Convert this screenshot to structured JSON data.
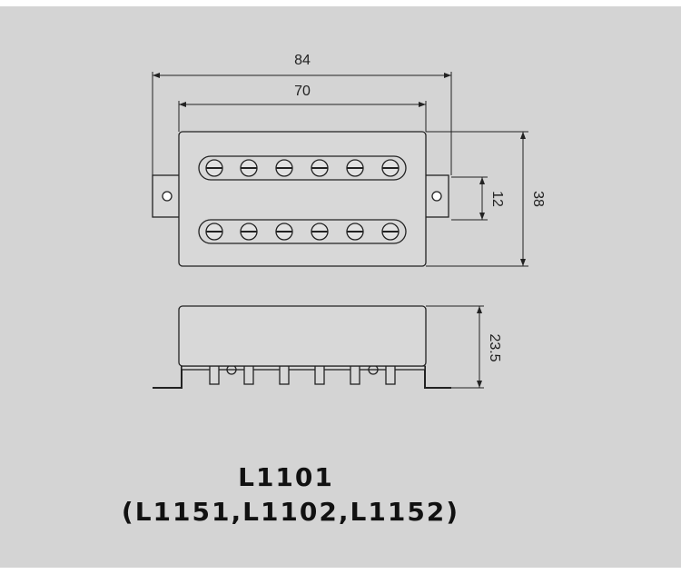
{
  "dimensions": {
    "overall_width": "84",
    "inner_width": "70",
    "height": "38",
    "pole_spacing": "12",
    "depth": "23.5"
  },
  "model": {
    "primary": "L1101",
    "variants": "(L1151,L1102,L1152)"
  },
  "colors": {
    "background": "#d4d4d4",
    "line": "#222222",
    "part_fill": "#d8d8d8"
  }
}
